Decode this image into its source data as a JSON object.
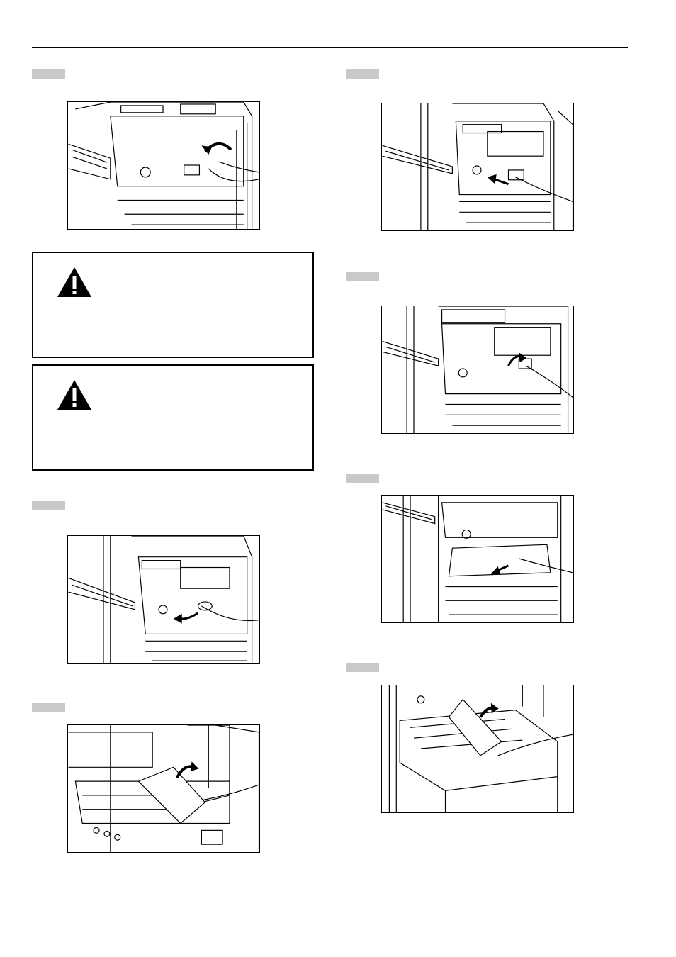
{
  "page": {
    "figures": [
      {
        "id": "fig-1",
        "icon": "rotate-arrow-icon"
      },
      {
        "id": "fig-2",
        "icon": "push-arrow-icon"
      },
      {
        "id": "fig-3",
        "icon": "rotate-arrow-icon"
      },
      {
        "id": "fig-4",
        "icon": "pull-arrow-icon"
      },
      {
        "id": "fig-5",
        "icon": "pull-arrow-icon"
      },
      {
        "id": "fig-6",
        "icon": "lift-arrow-icon"
      },
      {
        "id": "fig-7",
        "icon": "lift-arrow-icon"
      }
    ],
    "warnings": [
      {
        "icon": "warning-icon"
      },
      {
        "icon": "warning-icon"
      }
    ]
  }
}
